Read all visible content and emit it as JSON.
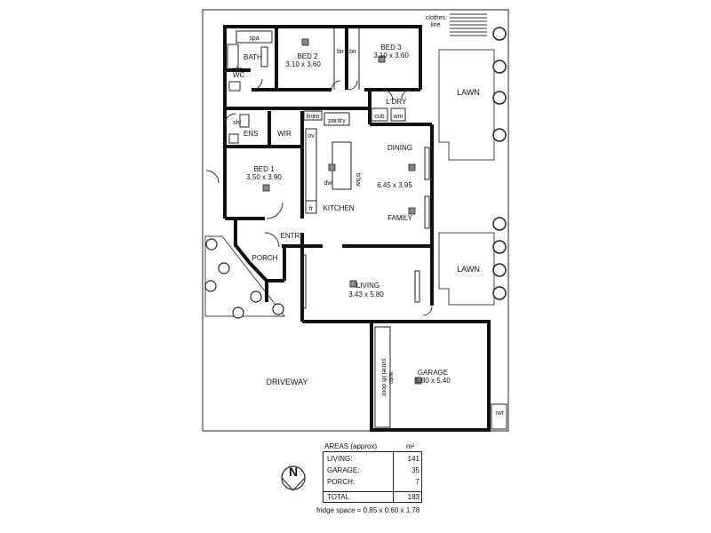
{
  "rooms": {
    "clothes_line_1": "clothes",
    "clothes_line_2": "line",
    "spa": "spa",
    "bath": "BATH",
    "shr_top": "shr",
    "wc": "WC",
    "bed2_name": "BED 2",
    "bed2_size": "3.10 x 3.60",
    "bed3_name": "BED 3",
    "bed3_size": "3.10 x 3.60",
    "bir_left": "bir",
    "bir_right": "bir",
    "ldry": "L'DRY",
    "cub": "cub",
    "wm": "wm",
    "lawn_top": "LAWN",
    "lawn_bottom": "LAWN",
    "shr_ens": "shr",
    "ens": "ENS",
    "wir": "WIR",
    "linen": "linen",
    "pantry": "pantry",
    "ov": "ov",
    "dining": "DINING",
    "bed1_name": "BED 1",
    "bed1_size": "3.50 x 3.90",
    "dw": "dw",
    "bbar": "b'bar",
    "dining_size": "6.45 x 3.95",
    "fr": "fr",
    "kitchen": "KITCHEN",
    "family": "FAMILY",
    "entry": "ENTRY",
    "porch": "PORCH",
    "living_name": "LIVING",
    "living_size": "3.43 x 5.80",
    "driveway": "DRIVEWAY",
    "garage_name": "GARAGE",
    "garage_size": "5.80 x 5.40",
    "auto_door_1": "auto",
    "auto_door_2": "panel lift door",
    "rwt": "rwt",
    "north": "N"
  },
  "areas": {
    "title": "AREAS (approx)",
    "unit": "m²",
    "rows": [
      {
        "name": "LIVING:",
        "value": "141"
      },
      {
        "name": "GARAGE:",
        "value": "35"
      },
      {
        "name": "PORCH:",
        "value": "7"
      }
    ],
    "total": {
      "name": "TOTAL",
      "value": "183"
    }
  },
  "fridge_note": "fridge space = 0.85 x 0.60 x 1.78"
}
